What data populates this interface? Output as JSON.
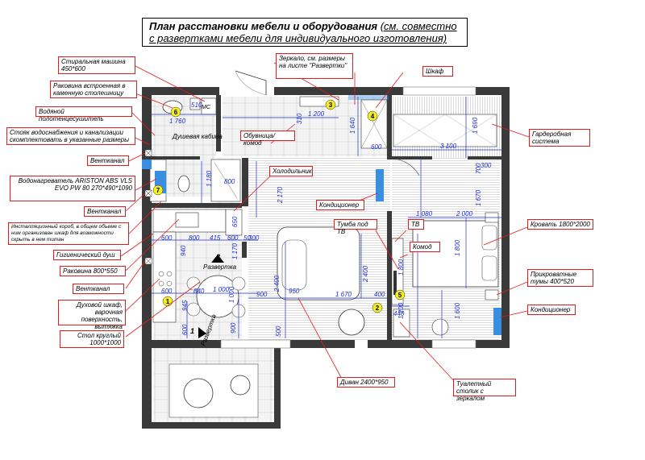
{
  "title": {
    "line1_bold": "План расстановки мебели и оборудования",
    "line1_rest": "(см. совместно",
    "line2": "с развертками мебели для индивидуального изготовления)"
  },
  "callouts": {
    "washer": "Стиральная машина 450*600",
    "sink_builtin": "Раковина встроенная в каменную столешницу",
    "towel": "Водяной полотенцесушитель",
    "riser": "Стояк водоснабжения и канализации скомплектовать в указанные размеры",
    "vent1": "Вентканал",
    "heater": "Водонагреватель ARISTON ABS VLS EVO PW 80 270*490*1090",
    "vent2": "Вентканал",
    "install_box": "Инсталляционный короб, в общем объеме с ним организован шкаф для возможности скрыть в нем титан",
    "hyg_shower": "Гигиенический душ",
    "sink_kitchen": "Раковина 800*550",
    "vent3": "Вентканал",
    "oven": "Духовой шкаф, варочная поверхность, вытяжка",
    "table": "Стол круглый 1000*1000",
    "mirror": "Зеркало, см. размеры на листе \"Развертки\"",
    "cabinet": "Шкаф",
    "shoe": "Обувница/комод",
    "wardrobe": "Гардеробная система",
    "fridge": "Холодильник",
    "ac1": "Кондиционер",
    "tv_stand": "Тумба под ТВ",
    "tv": "ТВ",
    "dresser": "Комод",
    "bed": "Кровать 1800*2000",
    "nightstands": "Прикроватные тумы 400*520",
    "ac2": "Кондиционер",
    "sofa": "Диван 2400*950",
    "vanity": "Туалетный столик с зеркалом"
  },
  "room_labels": {
    "shower_cabin": "Душевая кабина",
    "ms": "МС",
    "razvertka1": "Развертка",
    "razvertka2": "Развертка",
    "num1": "1",
    "num2": "2"
  },
  "markers": [
    "1",
    "2",
    "3",
    "4",
    "5",
    "6",
    "7"
  ],
  "dimensions": {
    "d1760": "1 760",
    "d510": "510",
    "d1200": "1 200",
    "d310": "310",
    "d1640": "1 640",
    "d600a": "600",
    "d3100": "3 100",
    "d1690": "1 690",
    "d700": "700",
    "d1180": "1 180",
    "d800a": "800",
    "d2170": "2 170",
    "d1670v": "1 670",
    "d300": "300",
    "d1080": "1 080",
    "d2000": "2 000",
    "d650": "650",
    "d600b": "600",
    "d800b": "800",
    "d415": "415",
    "d600c": "600",
    "d50": "50",
    "d940": "940",
    "d1170": "1 170",
    "d1800a": "1 800",
    "d1800b": "1 800",
    "d600d": "600",
    "d840": "840",
    "d1000a": "1 000",
    "d1000b": "1 000",
    "d900a": "900",
    "d2400a": "2 400",
    "d950": "950",
    "d1670h": "1 670",
    "d2400b": "2 400",
    "d400": "400",
    "d945": "945",
    "d900b": "900",
    "d1200b": "1 200",
    "d1600": "1 600",
    "d440": "440",
    "d600e": "600",
    "d500": "500",
    "d300b": "300"
  },
  "colors": {
    "wall": "#3a3a3a",
    "callout_border": "#e31b1b",
    "leader": "#e31b1b",
    "dimension": "#1d2fd6",
    "marker_fill": "#f4ee22",
    "appliance_blue": "#3a8ee0"
  }
}
